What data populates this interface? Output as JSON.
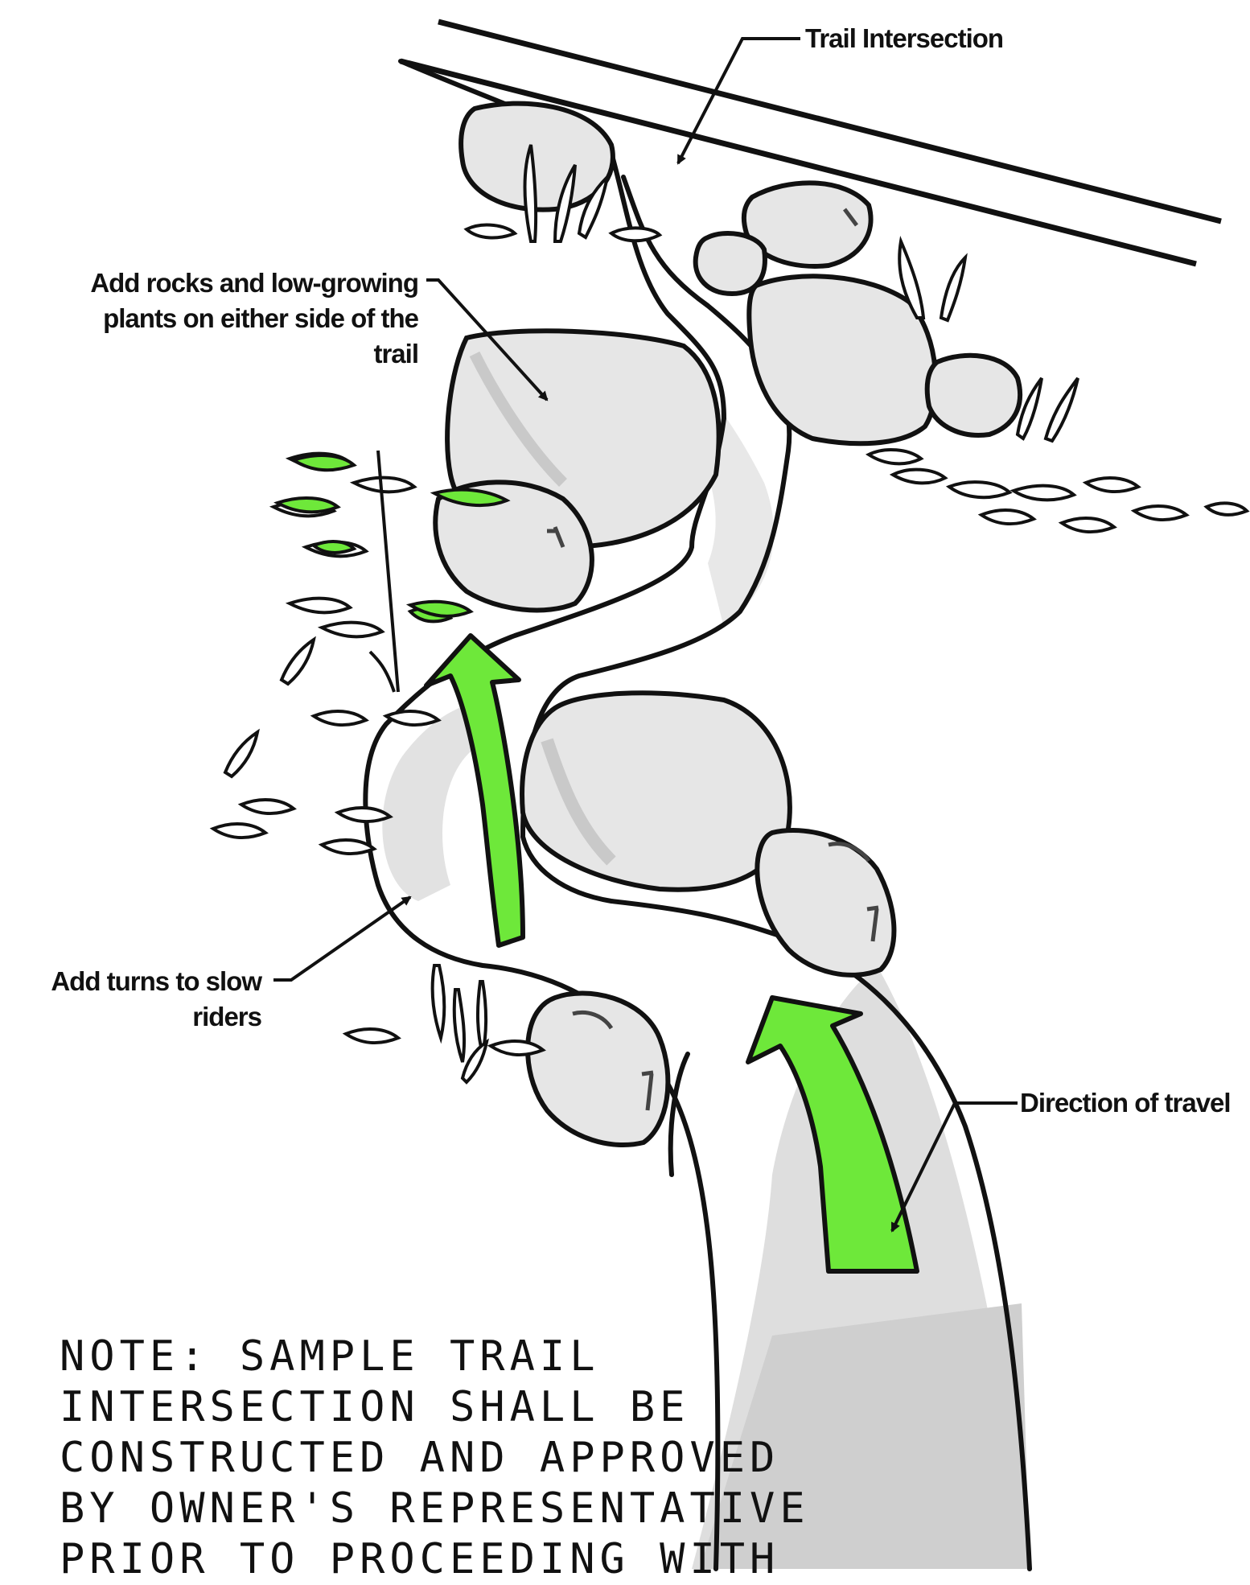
{
  "labels": {
    "trail_intersection": "Trail Intersection",
    "rocks_plants": [
      "Add rocks and low-growing",
      "plants on either side of the",
      "trail"
    ],
    "turns": [
      "Add turns to slow",
      "riders"
    ],
    "direction": "Direction of travel"
  },
  "note": [
    "NOTE: SAMPLE TRAIL",
    "INTERSECTION SHALL BE",
    "CONSTRUCTED AND APPROVED",
    "BY OWNER'S REPRESENTATIVE",
    "PRIOR TO PROCEEDING WITH"
  ],
  "colors": {
    "arrow_green": "#6ee83a",
    "rock_fill": "#e6e6e6",
    "rock_shade": "#c9c9c9",
    "trail_shade": "#dedede",
    "line": "#111111"
  }
}
